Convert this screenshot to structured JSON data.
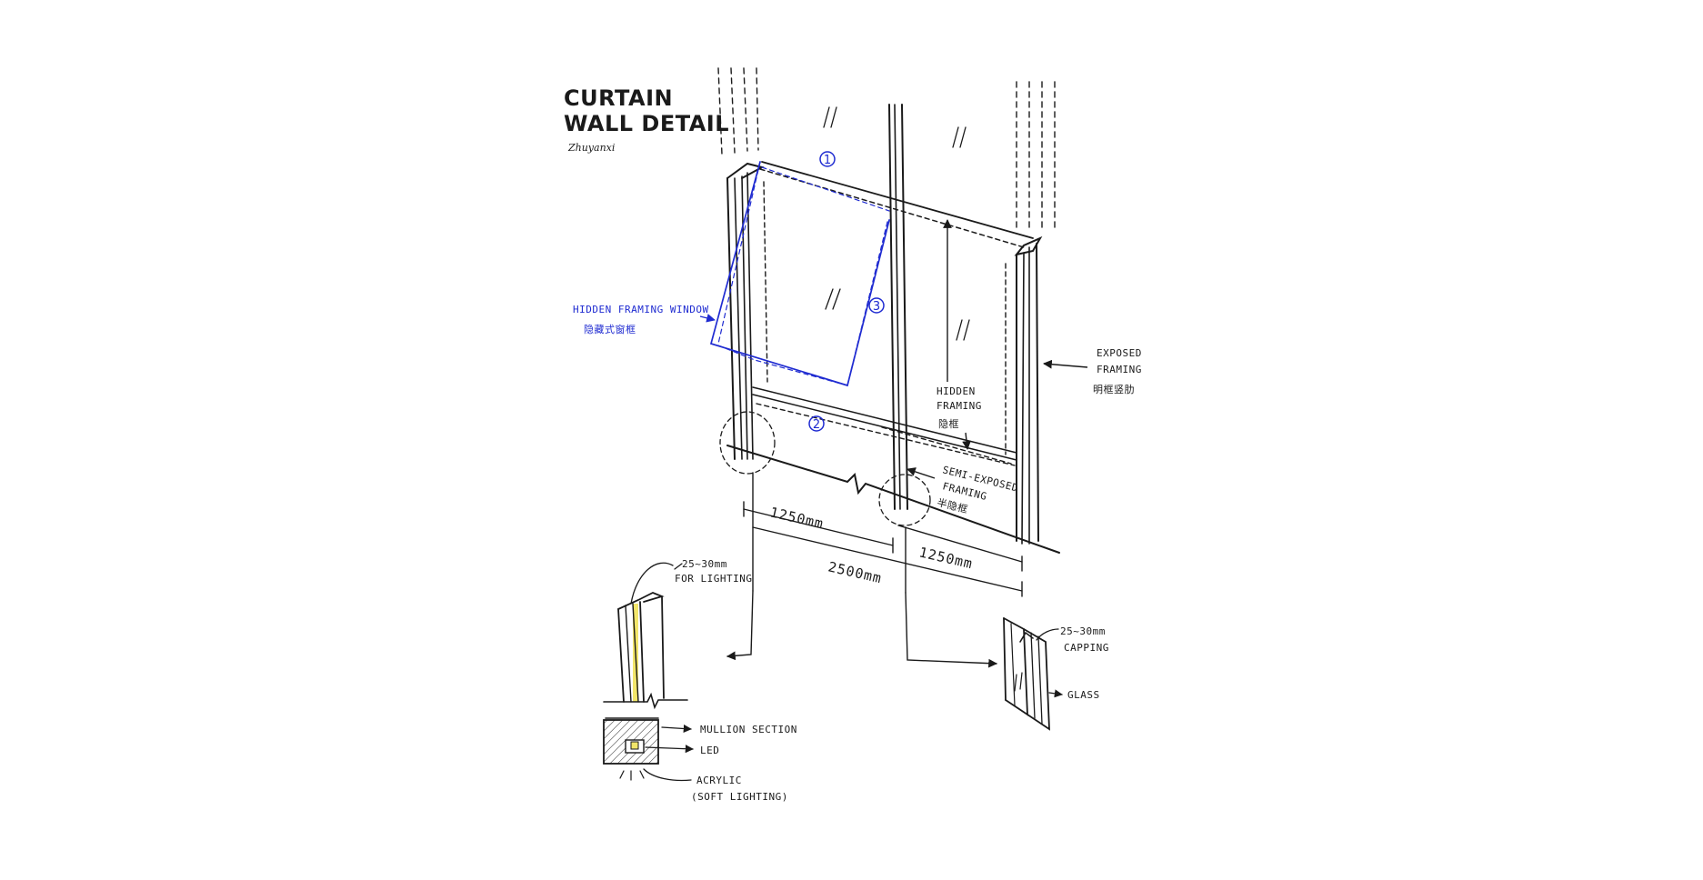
{
  "title": {
    "line1": "CURTAIN",
    "line2": "WALL DETAIL",
    "signature": "Zhuyanxi"
  },
  "markers": {
    "m1": "1",
    "m2": "2",
    "m3": "3"
  },
  "labels": {
    "hidden_window_en": "HIDDEN FRAMING WINDOW",
    "hidden_window_cn": "隐藏式窗框",
    "exposed_1": "EXPOSED",
    "exposed_2": "FRAMING",
    "exposed_cn": "明框竖肋",
    "hidden_1": "HIDDEN",
    "hidden_2": "FRAMING",
    "hidden_cn": "隐框",
    "semi_1": "SEMI-EXPOSED",
    "semi_2": "FRAMING",
    "semi_cn": "半隐框",
    "dim_left": "1250mm",
    "dim_total": "2500mm",
    "dim_right": "1250mm",
    "lighting_1": "25~30mm",
    "lighting_2": "FOR LIGHTING",
    "mullion": "MULLION SECTION",
    "led": "LED",
    "acrylic_1": "ACRYLIC",
    "acrylic_2": "(SOFT LIGHTING)",
    "capping_1": "25~30mm",
    "capping_2": "CAPPING",
    "glass": "GLASS"
  },
  "colors": {
    "ink": "#1a1a1a",
    "blue": "#1f2bd1",
    "led": "#f2e66a",
    "background": "#ffffff"
  }
}
